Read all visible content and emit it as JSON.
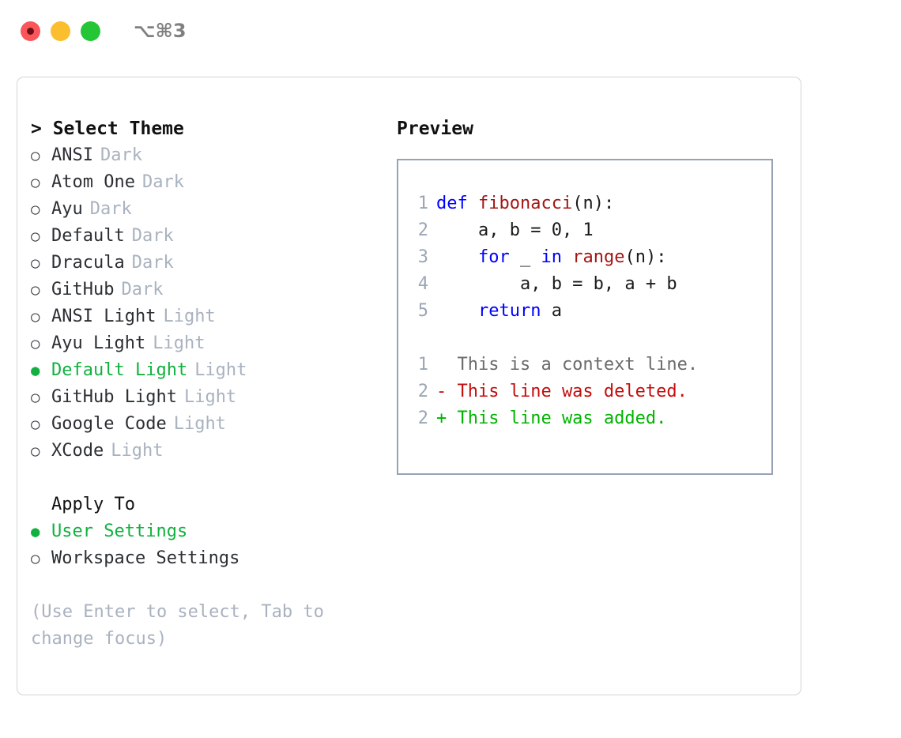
{
  "titlebar": {
    "lights": [
      {
        "name": "close-button",
        "color": "#f9555a"
      },
      {
        "name": "minimize-button",
        "color": "#fbbe2e"
      },
      {
        "name": "maximize-button",
        "color": "#24c636"
      }
    ],
    "shortcut": "⌥⌘3"
  },
  "theme_panel": {
    "heading": "> Select Theme",
    "items": [
      {
        "marker": "○",
        "label": "ANSI",
        "tag": "Dark",
        "selected": false
      },
      {
        "marker": "○",
        "label": "Atom One",
        "tag": "Dark",
        "selected": false
      },
      {
        "marker": "○",
        "label": "Ayu",
        "tag": "Dark",
        "selected": false
      },
      {
        "marker": "○",
        "label": "Default",
        "tag": "Dark",
        "selected": false
      },
      {
        "marker": "○",
        "label": "Dracula",
        "tag": "Dark",
        "selected": false
      },
      {
        "marker": "○",
        "label": "GitHub",
        "tag": "Dark",
        "selected": false
      },
      {
        "marker": "○",
        "label": "ANSI Light",
        "tag": "Light",
        "selected": false
      },
      {
        "marker": "○",
        "label": "Ayu Light",
        "tag": "Light",
        "selected": false
      },
      {
        "marker": "●",
        "label": "Default Light",
        "tag": "Light",
        "selected": true
      },
      {
        "marker": "○",
        "label": "GitHub Light",
        "tag": "Light",
        "selected": false
      },
      {
        "marker": "○",
        "label": "Google Code",
        "tag": "Light",
        "selected": false
      },
      {
        "marker": "○",
        "label": "XCode",
        "tag": "Light",
        "selected": false
      }
    ]
  },
  "apply_to": {
    "heading": "Apply To",
    "options": [
      {
        "marker": "●",
        "label": "User Settings",
        "selected": true
      },
      {
        "marker": "○",
        "label": "Workspace Settings",
        "selected": false
      }
    ]
  },
  "hint": "(Use Enter to select, Tab to change focus)",
  "preview": {
    "heading": "Preview",
    "code_lines": [
      {
        "no": "1",
        "tokens": [
          {
            "t": "def ",
            "c": "kw"
          },
          {
            "t": "fibonacci",
            "c": "fn"
          },
          {
            "t": "(n):",
            "c": "plain"
          }
        ]
      },
      {
        "no": "2",
        "tokens": [
          {
            "t": "    a, b = 0, 1",
            "c": "plain"
          }
        ]
      },
      {
        "no": "3",
        "tokens": [
          {
            "t": "    ",
            "c": "plain"
          },
          {
            "t": "for",
            "c": "kw"
          },
          {
            "t": " _ ",
            "c": "plain"
          },
          {
            "t": "in",
            "c": "kw"
          },
          {
            "t": " ",
            "c": "plain"
          },
          {
            "t": "range",
            "c": "fn"
          },
          {
            "t": "(n):",
            "c": "plain"
          }
        ]
      },
      {
        "no": "4",
        "tokens": [
          {
            "t": "        a, b = b, a + b",
            "c": "plain"
          }
        ]
      },
      {
        "no": "5",
        "tokens": [
          {
            "t": "    ",
            "c": "plain"
          },
          {
            "t": "return",
            "c": "kw"
          },
          {
            "t": " a",
            "c": "plain"
          }
        ]
      }
    ],
    "diff_lines": [
      {
        "no": "1",
        "text": "  This is a context line.",
        "kind": "diff-ctx"
      },
      {
        "no": "2",
        "text": "- This line was deleted.",
        "kind": "diff-del"
      },
      {
        "no": "2",
        "text": "+ This line was added.",
        "kind": "diff-add"
      }
    ]
  },
  "colors": {
    "accent_green": "#12b13f",
    "muted": "#a9b2bf",
    "keyword_blue": "#0000ff",
    "function_red": "#a31515",
    "diff_add_green": "#00b400",
    "diff_del_red": "#c40d0d",
    "panel_border": "#cfd4da",
    "preview_border": "#97a3b4"
  }
}
